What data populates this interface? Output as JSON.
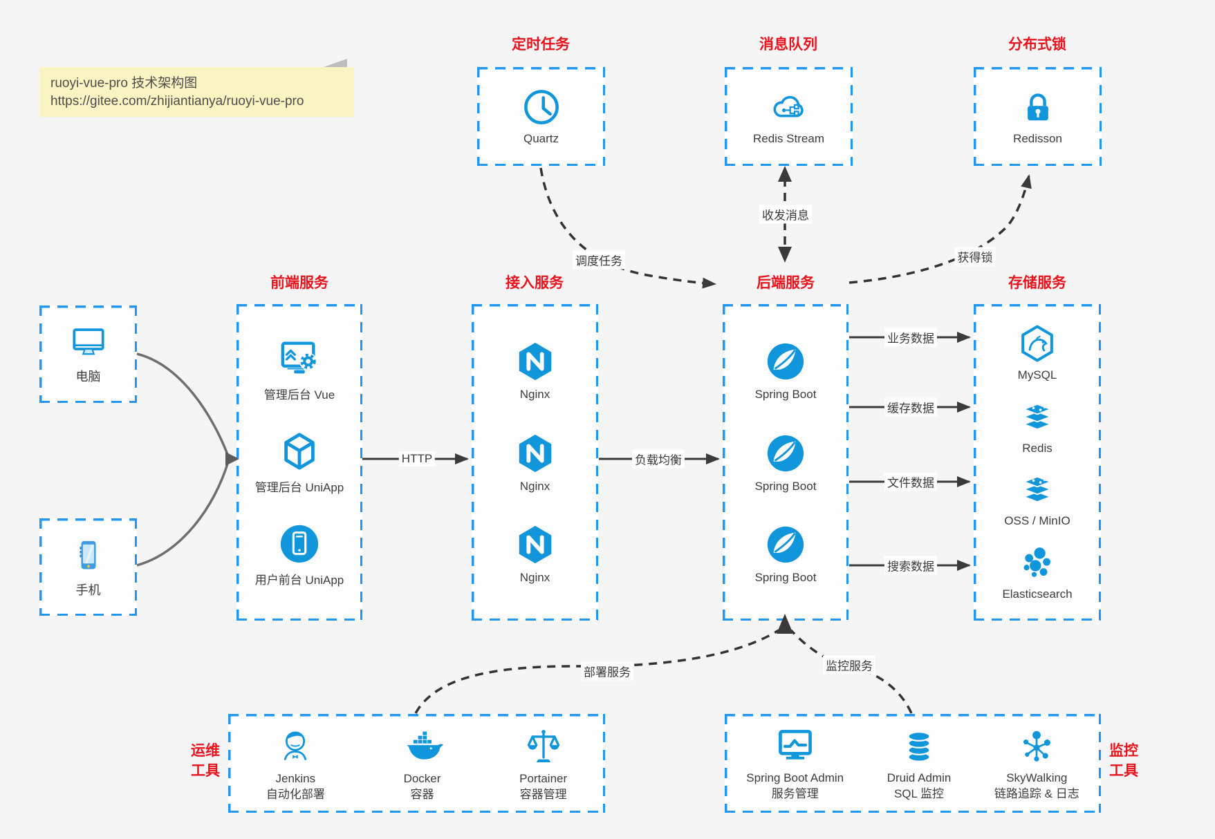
{
  "note": {
    "line1": "ruoyi-vue-pro 技术架构图",
    "line2": "https://gitee.com/zhijiantianya/ruoyi-vue-pro"
  },
  "colors": {
    "accent_blue": "#2196f3",
    "icon_blue": "#1296db",
    "title_red": "#e9131d",
    "arrow_dark": "#3a3a3a",
    "note_yellow": "#faf3c2"
  },
  "top_groups": [
    {
      "title": "定时任务",
      "icon": "clock-icon",
      "label": "Quartz"
    },
    {
      "title": "消息队列",
      "icon": "cloud-queue-icon",
      "label": "Redis Stream"
    },
    {
      "title": "分布式锁",
      "icon": "lock-icon",
      "label": "Redisson"
    }
  ],
  "clients": [
    {
      "icon": "computer-icon",
      "label": "电脑"
    },
    {
      "icon": "smartphone-icon",
      "label": "手机"
    }
  ],
  "columns": [
    {
      "title": "前端服务",
      "items": [
        {
          "icon": "admin-vue-icon",
          "label": "管理后台 Vue"
        },
        {
          "icon": "cube-icon",
          "label": "管理后台 UniApp"
        },
        {
          "icon": "mobile-app-icon",
          "label": "用户前台 UniApp"
        }
      ]
    },
    {
      "title": "接入服务",
      "items": [
        {
          "icon": "nginx-icon",
          "label": "Nginx"
        },
        {
          "icon": "nginx-icon",
          "label": "Nginx"
        },
        {
          "icon": "nginx-icon",
          "label": "Nginx"
        }
      ]
    },
    {
      "title": "后端服务",
      "items": [
        {
          "icon": "spring-icon",
          "label": "Spring Boot"
        },
        {
          "icon": "spring-icon",
          "label": "Spring Boot"
        },
        {
          "icon": "spring-icon",
          "label": "Spring Boot"
        }
      ]
    },
    {
      "title": "存储服务",
      "items": [
        {
          "icon": "mysql-icon",
          "label": "MySQL"
        },
        {
          "icon": "redis-stack-icon",
          "label": "Redis"
        },
        {
          "icon": "storage-stack-icon",
          "label": "OSS / MinIO"
        },
        {
          "icon": "elasticsearch-icon",
          "label": "Elasticsearch"
        }
      ]
    }
  ],
  "edges": {
    "http": "HTTP",
    "load_balance": "负载均衡",
    "schedule": "调度任务",
    "messaging": "收发消息",
    "lock": "获得锁",
    "deploy": "部署服务",
    "monitor": "监控服务",
    "data_labels": [
      "业务数据",
      "缓存数据",
      "文件数据",
      "搜索数据"
    ]
  },
  "bottom_groups": [
    {
      "side_label_line1": "运维",
      "side_label_line2": "工具",
      "items": [
        {
          "icon": "jenkins-icon",
          "label": "Jenkins",
          "sublabel": "自动化部署"
        },
        {
          "icon": "docker-icon",
          "label": "Docker",
          "sublabel": "容器"
        },
        {
          "icon": "portainer-icon",
          "label": "Portainer",
          "sublabel": "容器管理"
        }
      ]
    },
    {
      "side_label_line1": "监控",
      "side_label_line2": "工具",
      "items": [
        {
          "icon": "springbootadmin-icon",
          "label": "Spring Boot Admin",
          "sublabel": "服务管理"
        },
        {
          "icon": "druid-icon",
          "label": "Druid Admin",
          "sublabel": "SQL 监控"
        },
        {
          "icon": "skywalking-icon",
          "label": "SkyWalking",
          "sublabel": "链路追踪 & 日志"
        }
      ]
    }
  ]
}
